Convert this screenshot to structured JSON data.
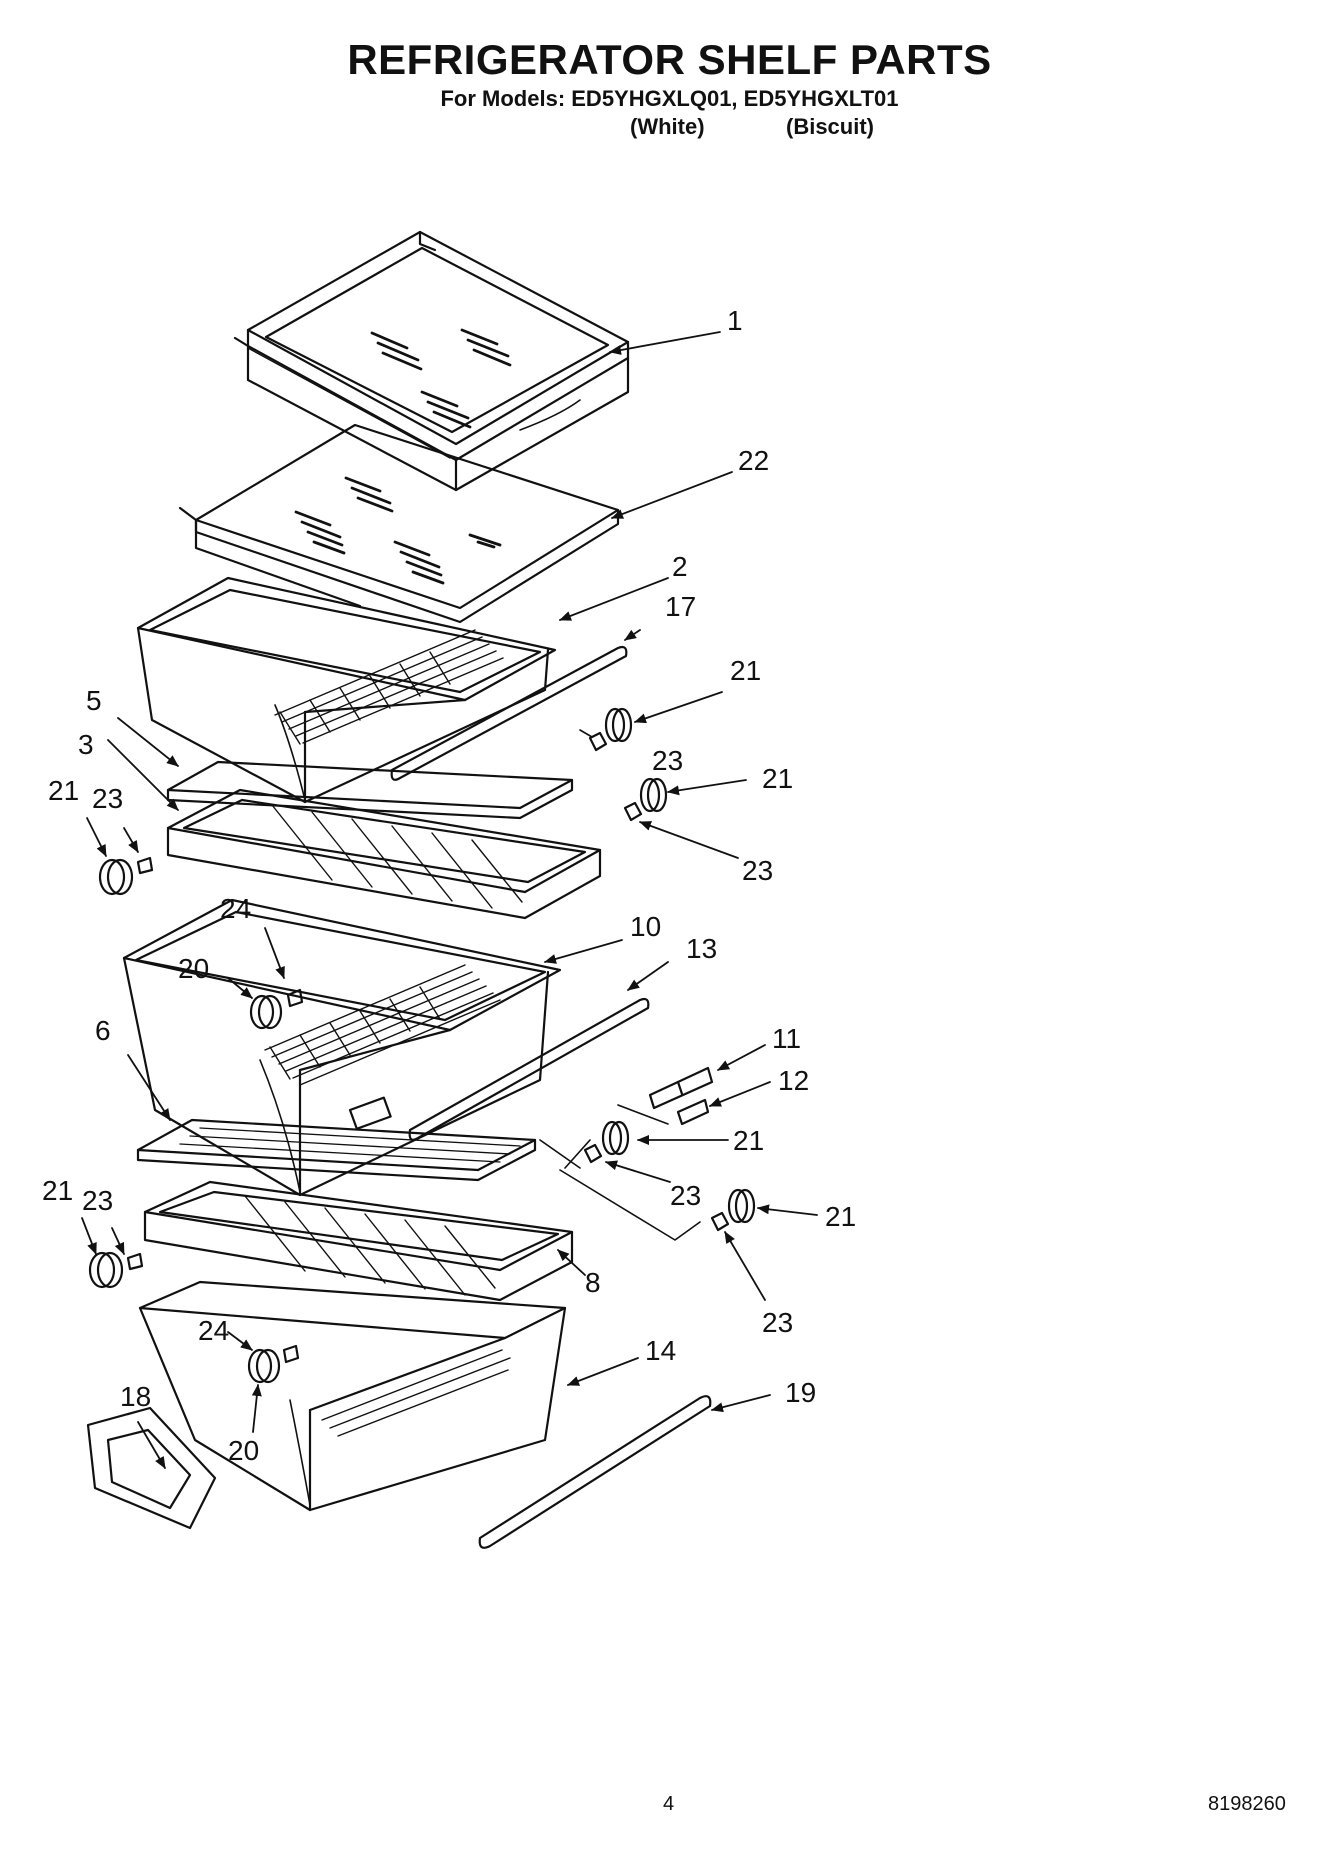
{
  "header": {
    "title": "REFRIGERATOR SHELF PARTS",
    "models_line": "For Models: ED5YHGXLQ01, ED5YHGXLT01",
    "variant_1": "(White)",
    "variant_2": "(Biscuit)"
  },
  "callouts": [
    "1",
    "22",
    "2",
    "17",
    "21",
    "5",
    "3",
    "23",
    "21",
    "23",
    "21",
    "23",
    "24",
    "10",
    "13",
    "20",
    "6",
    "11",
    "12",
    "21",
    "23",
    "21",
    "23",
    "21",
    "8",
    "23",
    "24",
    "14",
    "18",
    "19",
    "20"
  ],
  "footer": {
    "page_number": "4",
    "doc_number": "8198260"
  }
}
